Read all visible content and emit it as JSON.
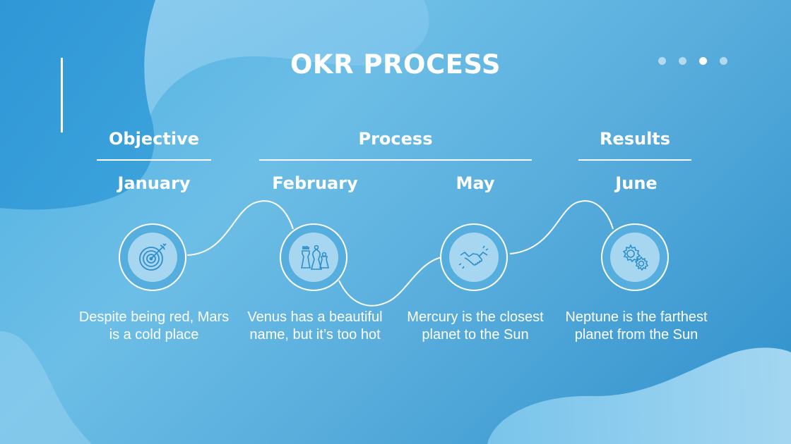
{
  "slide": {
    "title": "OKR PROCESS",
    "pager": {
      "count": 4,
      "active": 3
    },
    "phases": [
      {
        "label": "Objective"
      },
      {
        "label": "Process"
      },
      {
        "label": "Results"
      }
    ],
    "steps": [
      {
        "month": "January",
        "icon": "target-arrow-icon",
        "text": "Despite being red, Mars is a cold place"
      },
      {
        "month": "February",
        "icon": "chess-pieces-icon",
        "text": "Venus has a beautiful name, but it’s too hot"
      },
      {
        "month": "May",
        "icon": "handshake-icon",
        "text": "Mercury is the closest planet to the Sun"
      },
      {
        "month": "June",
        "icon": "gears-icon",
        "text": "Neptune is the farthest planet from the Sun"
      }
    ],
    "colors": {
      "text": "#ffffff",
      "background": "#4fb2e2",
      "icon_fill": "#a6d6f0",
      "icon_stroke": "#2f8fcb"
    }
  }
}
